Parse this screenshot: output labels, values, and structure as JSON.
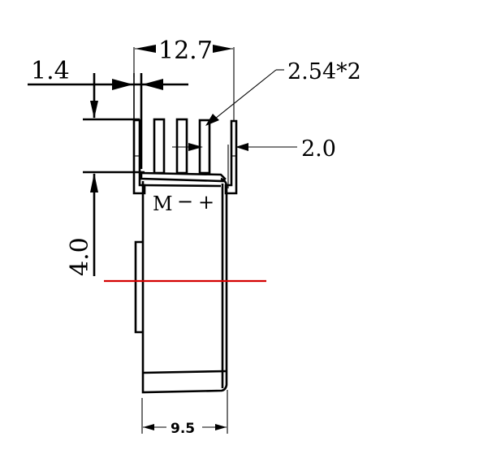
{
  "drawing": {
    "type": "technical-side-view",
    "dimensions": {
      "lead_thickness": "1.4",
      "pin_span": "12.7",
      "pin_pitch": "2.54*2",
      "pin_offset": "2.0",
      "lead_height": "4.0",
      "body_width": "9.5"
    },
    "pin_labels": {
      "m": "M",
      "minus": "−",
      "plus": "+"
    },
    "colors": {
      "line": "#000000",
      "center_line": "#d40000",
      "background": "#ffffff"
    }
  }
}
